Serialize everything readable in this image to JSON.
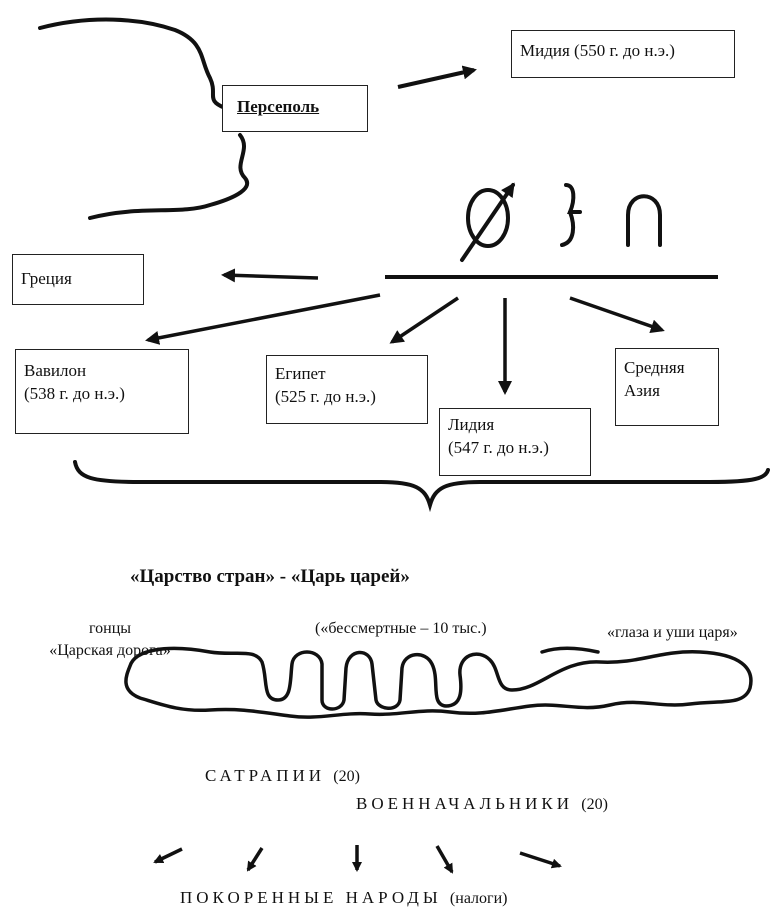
{
  "capital": "Персеполь",
  "media": "Мидия (550 г. до н.э.)",
  "greece": "Греция",
  "babylon": {
    "name": "Вавилон",
    "date": "(538 г. до н.э.)"
  },
  "egypt": {
    "name": "Египет",
    "date": "(525 г. до н.э.)"
  },
  "lydia": {
    "name": "Лидия",
    "date": "(547 г. до н.э.)"
  },
  "central_asia": {
    "line1": "Средняя",
    "line2": "Азия"
  },
  "heading": "«Царство стран» - «Царь царей»",
  "messengers": {
    "line1": "гонцы",
    "line2": "«Царская дорога»"
  },
  "immortals": "(«бессмертные – 10 тыс.)",
  "eyes_ears": "«глаза и уши царя»",
  "satrapies": {
    "label": "САТРАПИИ",
    "count": "(20)"
  },
  "commanders": {
    "label": "ВОЕННАЧАЛЬНИКИ",
    "count": "(20)"
  },
  "conquered": {
    "label": "ПОКОРЕННЫЕ НАРОДЫ",
    "note": "(налоги)"
  }
}
